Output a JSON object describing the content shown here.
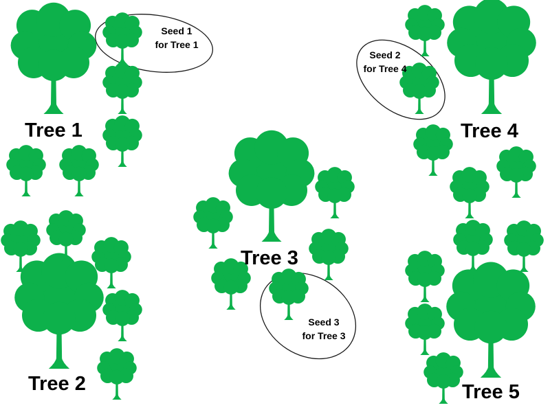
{
  "colors": {
    "foliage": "#0db14b",
    "background": "#ffffff",
    "text": "#000000",
    "outline": "#1a1a1a"
  },
  "icons": {
    "tree": "tree-icon",
    "seedling": "seedling-tree-icon"
  },
  "trees": [
    {
      "id": "tree-1",
      "label": "Tree 1"
    },
    {
      "id": "tree-2",
      "label": "Tree 2"
    },
    {
      "id": "tree-3",
      "label": "Tree 3"
    },
    {
      "id": "tree-4",
      "label": "Tree 4"
    },
    {
      "id": "tree-5",
      "label": "Tree 5"
    }
  ],
  "seed_annotations": [
    {
      "id": "seed-1",
      "line1": "Seed 1",
      "line2": "for Tree 1"
    },
    {
      "id": "seed-2",
      "line1": "Seed 2",
      "line2": "for Tree 4"
    },
    {
      "id": "seed-3",
      "line1": "Seed 3",
      "line2": "for Tree 3"
    }
  ]
}
